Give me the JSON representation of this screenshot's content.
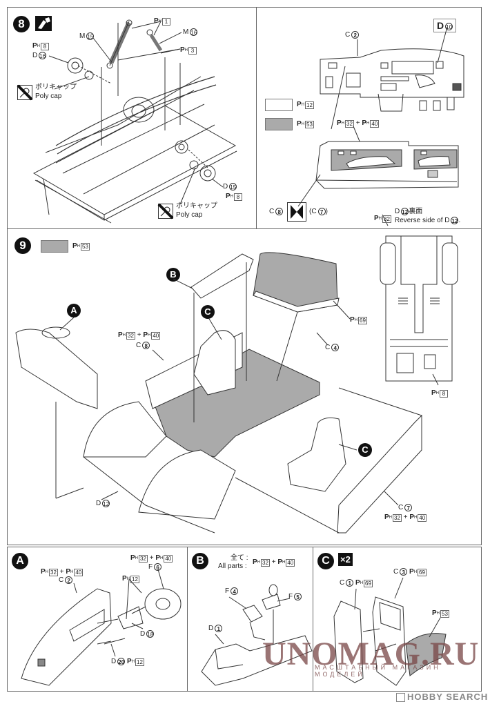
{
  "colors": {
    "grey_paint": "#aaaaaa",
    "white_paint": "#ffffff",
    "ink": "#222222"
  },
  "step8": {
    "number": "8",
    "icon": "cement-glue-icon",
    "labels": {
      "ph1": {
        "code": "1"
      },
      "m15": {
        "part": "M",
        "num": "15"
      },
      "m16": {
        "part": "M",
        "num": "16"
      },
      "ph3": {
        "code": "3"
      },
      "ph8_top": {
        "code": "8"
      },
      "d16": {
        "part": "D",
        "num": "16"
      },
      "d15": {
        "part": "D",
        "num": "15"
      },
      "ph8_bottom": {
        "code": "8"
      }
    },
    "polycap_top": {
      "jp": "ポリキャップ",
      "en": "Poly cap"
    },
    "polycap_bottom": {
      "jp": "ポリキャップ",
      "en": "Poly cap"
    }
  },
  "dash_panel": {
    "d10": {
      "part": "D",
      "num": "10"
    },
    "c2": {
      "part": "C",
      "num": "2"
    },
    "legend": [
      {
        "swatch": "white",
        "code": "12"
      },
      {
        "swatch": "grey",
        "code": "53"
      }
    ],
    "door_paint": {
      "a": "32",
      "plus": "+",
      "b": "40"
    },
    "c8": {
      "part": "C",
      "num": "8"
    },
    "c7": {
      "part": "C",
      "num": "7"
    },
    "mirror_icon": "mirror-pair-icon",
    "underside": {
      "ph": "32",
      "title_part": "D",
      "title_num": "12",
      "title_jp": "裏面",
      "subtitle": "Reverse side of D",
      "subtitle_num": "12",
      "ph_bottom": "8"
    }
  },
  "step9": {
    "number": "9",
    "legend_code": "53",
    "callouts": {
      "a": "A",
      "b": "B",
      "c_top": "C",
      "c_right": "C"
    },
    "c8_paint": {
      "a": "32",
      "plus": "+",
      "b": "40"
    },
    "c8": {
      "part": "C",
      "num": "8"
    },
    "c4": {
      "part": "C",
      "num": "4"
    },
    "c4_ph": "69",
    "d12": {
      "part": "D",
      "num": "12"
    },
    "c7": {
      "part": "C",
      "num": "7"
    },
    "c7_paint": {
      "a": "32",
      "plus": "+",
      "b": "40"
    }
  },
  "sub_a": {
    "letter": "A",
    "c2_paint": {
      "a": "32",
      "plus": "+",
      "b": "40"
    },
    "c2": {
      "part": "C",
      "num": "2"
    },
    "f6_paint": {
      "a": "32",
      "plus": "+",
      "b": "40"
    },
    "f6": {
      "part": "F",
      "num": "6"
    },
    "ph12": "12",
    "d18": {
      "part": "D",
      "num": "18"
    },
    "d20": {
      "part": "D",
      "num": "20"
    },
    "d20_ph": "12"
  },
  "sub_b": {
    "letter": "B",
    "all_jp": "全て :",
    "all_en": "All parts :",
    "paint": {
      "a": "32",
      "plus": "+",
      "b": "40"
    },
    "f4": {
      "part": "F",
      "num": "4"
    },
    "f5": {
      "part": "F",
      "num": "5"
    },
    "d1": {
      "part": "D",
      "num": "1"
    }
  },
  "sub_c": {
    "letter": "C",
    "multiplier": "×2",
    "c1": {
      "part": "C",
      "num": "1"
    },
    "c1_ph": "69",
    "c3": {
      "part": "C",
      "num": "3"
    },
    "c3_ph": "69",
    "ph53": "53"
  },
  "watermark": {
    "main": "UNOMAG.RU",
    "sub": "МАСШТАБНЫЙ МАГАЗИН МОДЕЛЕЙ"
  },
  "credit": "HOBBY SEARCH"
}
